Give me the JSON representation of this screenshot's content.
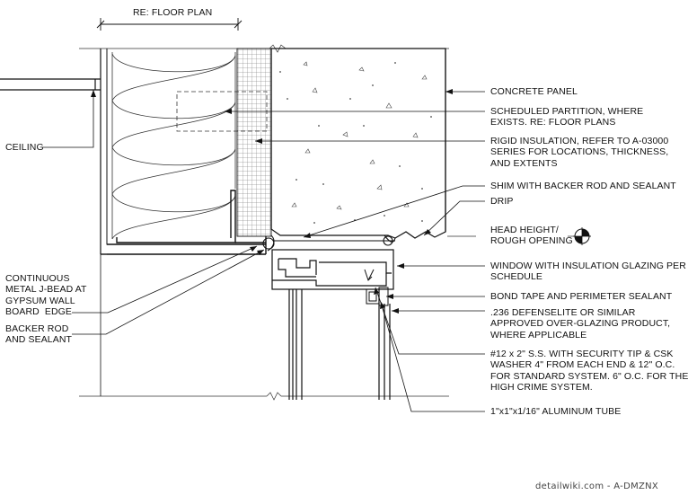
{
  "drawing": {
    "labels": {
      "re_floor_plan": "RE: FLOOR PLAN",
      "concrete_panel": "CONCRETE PANEL",
      "scheduled_partition": "SCHEDULED PARTITION, WHERE\nEXISTS. RE: FLOOR PLANS",
      "rigid_insulation": "RIGID INSULATION, REFER TO A-03000\nSERIES FOR LOCATIONS, THICKNESS,\nAND EXTENTS",
      "shim": "SHIM WITH BACKER ROD AND SEALANT",
      "drip": "DRIP",
      "head_height": "HEAD HEIGHT/\nROUGH OPENING",
      "window": "WINDOW WITH INSULATION GLAZING PER\nSCHEDULE",
      "bond_tape": "BOND TAPE AND PERIMETER SEALANT",
      "defenselite": ".236 DEFENSELITE OR SIMILAR\nAPPROVED OVER-GLAZING PRODUCT,\nWHERE APPLICABLE",
      "screw": "#12 x 2\" S.S. WITH SECURITY TIP & CSK\nWASHER 4\" FROM EACH END & 12\" O.C.\nFOR STANDARD SYSTEM. 6\" O.C. FOR THE\nHIGH CRIME SYSTEM.",
      "aluminum_tube": "1\"x1\"x1/16\" ALUMINUM TUBE",
      "ceiling": "CEILING",
      "j_bead": "CONTINUOUS\nMETAL J-BEAD AT\nGYPSUM WALL\nBOARD  EDGE",
      "backer_rod": "BACKER ROD\nAND SEALANT"
    },
    "watermark": "detailwiki.com - A-DMZNX"
  },
  "colors": {
    "line": "#111111",
    "text": "#111111",
    "background": "#ffffff"
  }
}
